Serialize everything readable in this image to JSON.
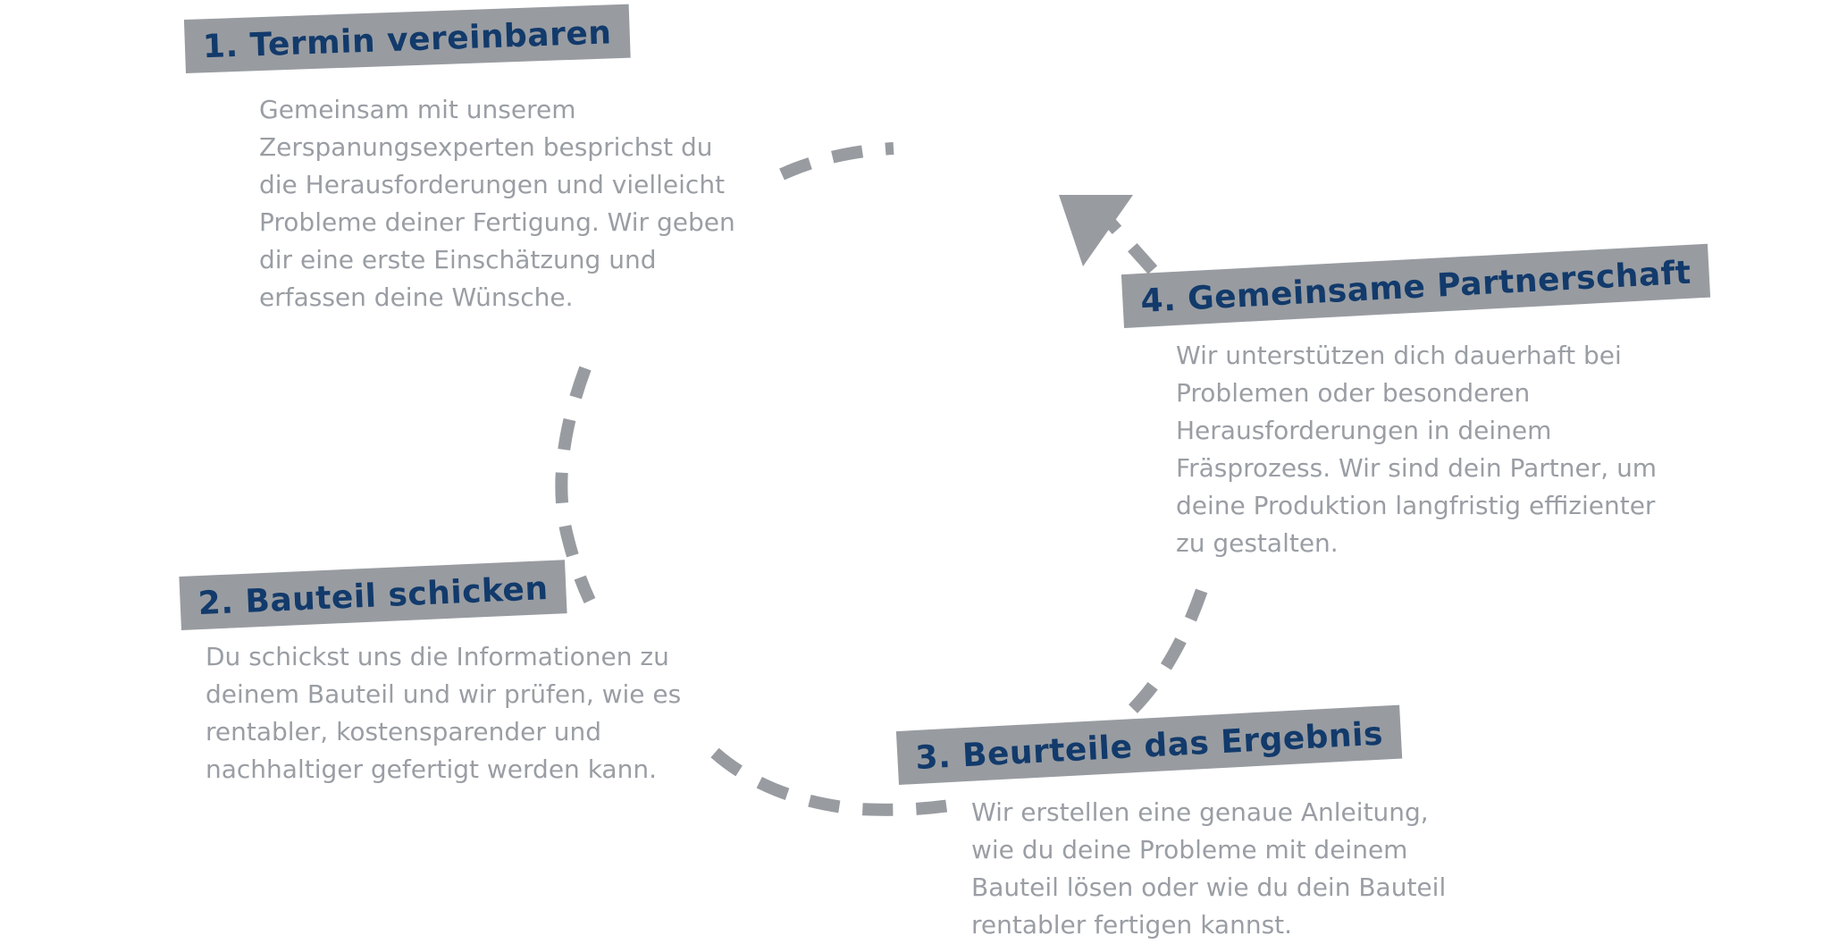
{
  "steps": [
    {
      "title": "1. Termin vereinbaren",
      "lines": [
        "Gemeinsam mit unserem",
        "Zerspanungsexperten besprichst du",
        "die Herausforderungen und vielleicht",
        "Probleme deiner Fertigung. Wir geben",
        "dir eine erste Einschätzung und",
        "erfassen deine Wünsche."
      ]
    },
    {
      "title": "2. Bauteil schicken",
      "lines": [
        "Du schickst uns die Informationen zu",
        "deinem Bauteil und wir prüfen, wie es",
        "rentabler, kostensparender und",
        "nachhaltiger gefertigt werden kann."
      ]
    },
    {
      "title": "3. Beurteile das Ergebnis",
      "lines": [
        "Wir erstellen eine genaue Anleitung,",
        "wie du deine Probleme mit deinem",
        "Bauteil lösen oder wie du dein Bauteil",
        "rentabler fertigen kannst."
      ]
    },
    {
      "title": "4. Gemeinsame Partnerschaft",
      "lines": [
        "Wir unterstützen dich dauerhaft bei",
        "Problemen oder besonderen",
        "Herausforderungen in deinem",
        "Fräsprozess. Wir sind dein Partner, um",
        "deine Produktion langfristig effizienter",
        "zu gestalten."
      ]
    }
  ],
  "colors": {
    "label_bg": "#989ca1",
    "label_text": "#123a6b",
    "body_text": "#9a9ea4",
    "arrow": "#989ca1"
  }
}
